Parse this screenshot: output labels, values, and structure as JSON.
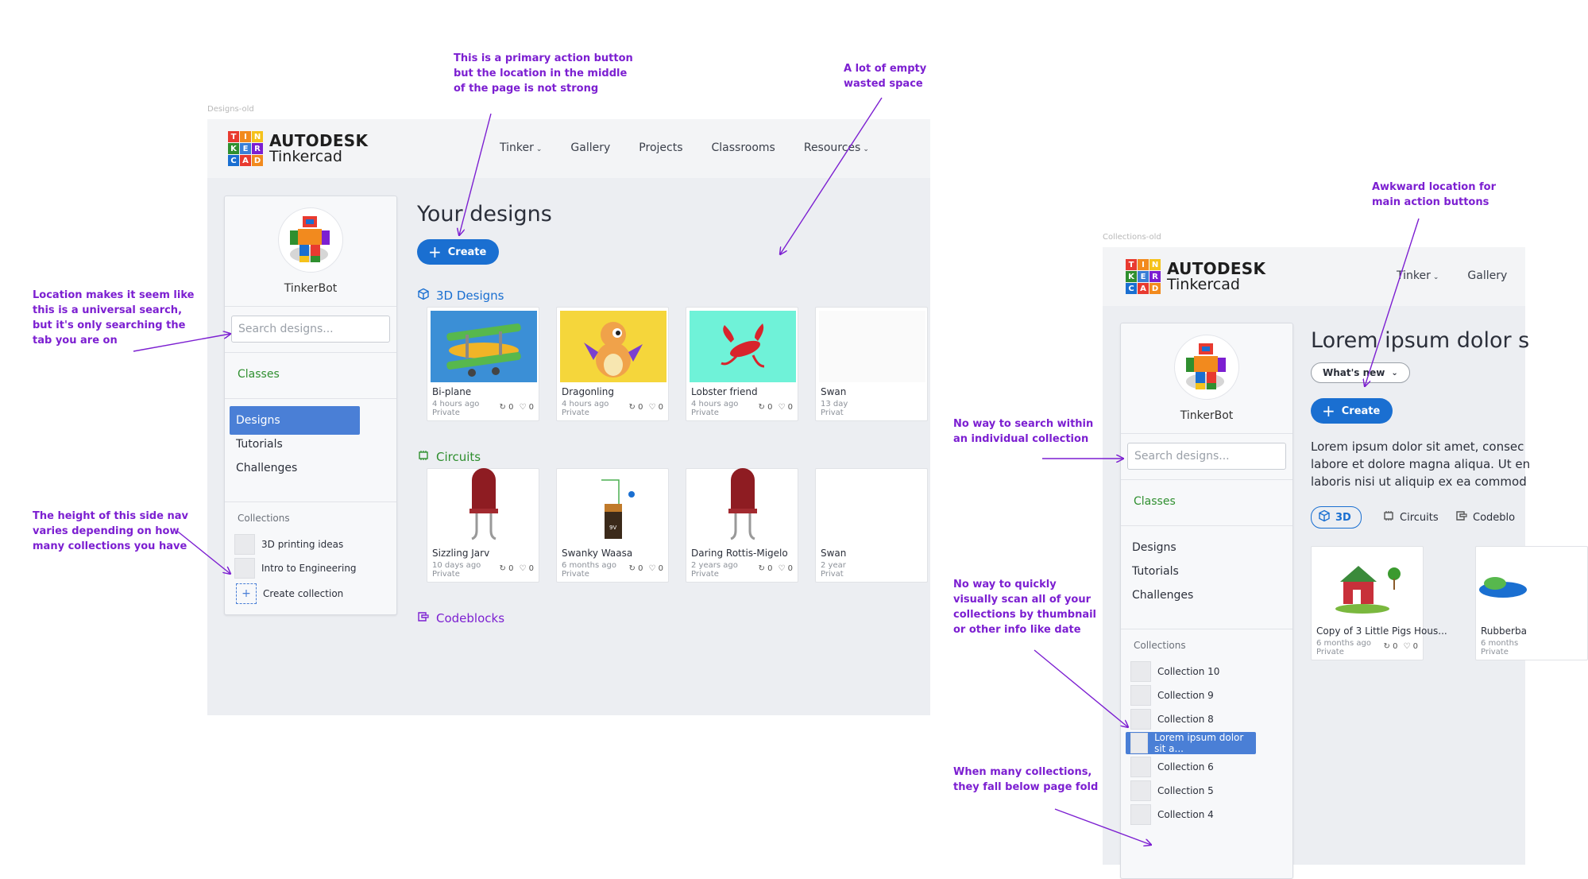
{
  "frames": {
    "left_label": "Designs-old",
    "right_label": "Collections-old"
  },
  "brand": {
    "logo_letters": [
      "T",
      "I",
      "N",
      "K",
      "E",
      "R",
      "C",
      "A",
      "D"
    ],
    "logo_colors": [
      "#e83a30",
      "#f28a1e",
      "#f5c21b",
      "#2f8f2f",
      "#3a7fd6",
      "#7c1fd1",
      "#1a6fd1",
      "#e83a30",
      "#f28a1e"
    ],
    "name_top": "AUTODESK",
    "name_bottom": "Tinkercad"
  },
  "left": {
    "nav": [
      {
        "label": "Tinker",
        "has_chevron": true
      },
      {
        "label": "Gallery",
        "has_chevron": false
      },
      {
        "label": "Projects",
        "has_chevron": false
      },
      {
        "label": "Classrooms",
        "has_chevron": false
      },
      {
        "label": "Resources",
        "has_chevron": true
      }
    ],
    "username": "TinkerBot",
    "search_placeholder": "Search designs...",
    "classes_label": "Classes",
    "menu": [
      "Designs",
      "Tutorials",
      "Challenges"
    ],
    "active_menu": "Designs",
    "collections_heading": "Collections",
    "collections": [
      "3D printing ideas",
      "Intro to Engineering"
    ],
    "create_collection": "Create collection",
    "page_title": "Your designs",
    "create_label": "Create",
    "sections": [
      {
        "title": "3D Designs",
        "color": "#1a6fd1",
        "icon": "cube-icon",
        "cards": [
          {
            "title": "Bi-plane",
            "time": "4 hours ago",
            "privacy": "Private",
            "remixes": "0",
            "likes": "0",
            "bg": "#3b8fd6"
          },
          {
            "title": "Dragonling",
            "time": "4 hours ago",
            "privacy": "Private",
            "remixes": "0",
            "likes": "0",
            "bg": "#f5d63b"
          },
          {
            "title": "Lobster friend",
            "time": "4 hours ago",
            "privacy": "Private",
            "remixes": "0",
            "likes": "0",
            "bg": "#6ff2d8"
          },
          {
            "title": "Swan",
            "time": "13 day",
            "privacy": "Privat",
            "remixes": "",
            "likes": "",
            "bg": "#fafafa"
          }
        ]
      },
      {
        "title": "Circuits",
        "color": "#2f8f2f",
        "icon": "circuit-chip-icon",
        "cards": [
          {
            "title": "Sizzling Jarv",
            "time": "10 days ago",
            "privacy": "Private",
            "remixes": "0",
            "likes": "0",
            "bg": "#ffffff"
          },
          {
            "title": "Swanky Waasa",
            "time": "6 months ago",
            "privacy": "Private",
            "remixes": "0",
            "likes": "0",
            "bg": "#ffffff"
          },
          {
            "title": "Daring Rottis-Migelo",
            "time": "2 years ago",
            "privacy": "Private",
            "remixes": "0",
            "likes": "0",
            "bg": "#ffffff"
          },
          {
            "title": "Swan",
            "time": "2 year",
            "privacy": "Privat",
            "remixes": "",
            "likes": "",
            "bg": "#ffffff"
          }
        ]
      },
      {
        "title": "Codeblocks",
        "color": "#7c1fd1",
        "icon": "codeblocks-icon",
        "cards": []
      }
    ]
  },
  "right": {
    "nav": [
      {
        "label": "Tinker",
        "has_chevron": true
      },
      {
        "label": "Gallery",
        "has_chevron": false
      }
    ],
    "username": "TinkerBot",
    "search_placeholder": "Search designs...",
    "classes_label": "Classes",
    "menu": [
      "Designs",
      "Tutorials",
      "Challenges"
    ],
    "collections_heading": "Collections",
    "collections": [
      "Collection 10",
      "Collection 9",
      "Collection 8",
      "Lorem ipsum dolor sit a...",
      "Collection 6",
      "Collection 5",
      "Collection 4"
    ],
    "active_collection": "Lorem ipsum dolor sit a...",
    "page_title": "Lorem ipsum dolor s",
    "whats_new": "What's new",
    "create_label": "Create",
    "paragraph": [
      "Lorem ipsum dolor sit amet, consec",
      "labore et dolore magna aliqua. Ut en",
      "laboris nisi ut aliquip ex ea commod"
    ],
    "tabs": [
      {
        "label": "3D",
        "icon": "cube-icon",
        "active": true
      },
      {
        "label": "Circuits",
        "icon": "circuit-chip-icon",
        "active": false
      },
      {
        "label": "Codeblo",
        "icon": "codeblocks-icon",
        "active": false
      }
    ],
    "cards": [
      {
        "title": "Copy of 3 Little Pigs Hous...",
        "time": "6 months ago",
        "privacy": "Private",
        "remixes": "0",
        "likes": "0"
      },
      {
        "title": "Rubberba",
        "time": "6 months",
        "privacy": "Private",
        "remixes": "",
        "likes": ""
      }
    ]
  },
  "annotations": [
    {
      "id": "primary-button",
      "text": [
        "This is a primary action button",
        "but the location in the middle",
        "of the page is not strong"
      ]
    },
    {
      "id": "empty-space",
      "text": [
        "A lot of empty",
        "wasted space"
      ]
    },
    {
      "id": "universal-search",
      "text": [
        "Location makes it seem like",
        "this is a universal search,",
        "but it's only searching the",
        "tab you are on"
      ]
    },
    {
      "id": "sidenav-height",
      "text": [
        "The height of this side nav",
        "varies depending on how",
        "many collections you have"
      ]
    },
    {
      "id": "awkward-location",
      "text": [
        "Awkward location for",
        "main action buttons"
      ]
    },
    {
      "id": "no-search-collection",
      "text": [
        "No way to search within",
        "an individual collection"
      ]
    },
    {
      "id": "no-visual-scan",
      "text": [
        "No way to quickly",
        "visually scan all of your",
        "collections by thumbnail",
        "or other info like date"
      ]
    },
    {
      "id": "below-fold",
      "text": [
        "When many collections,",
        "they fall below page fold"
      ]
    }
  ],
  "colors": {
    "accent_blue": "#1a6fd1",
    "active_nav": "#4a7fd6",
    "annotation_purple": "#7c1fd1",
    "classes_green": "#2f8f2f"
  }
}
